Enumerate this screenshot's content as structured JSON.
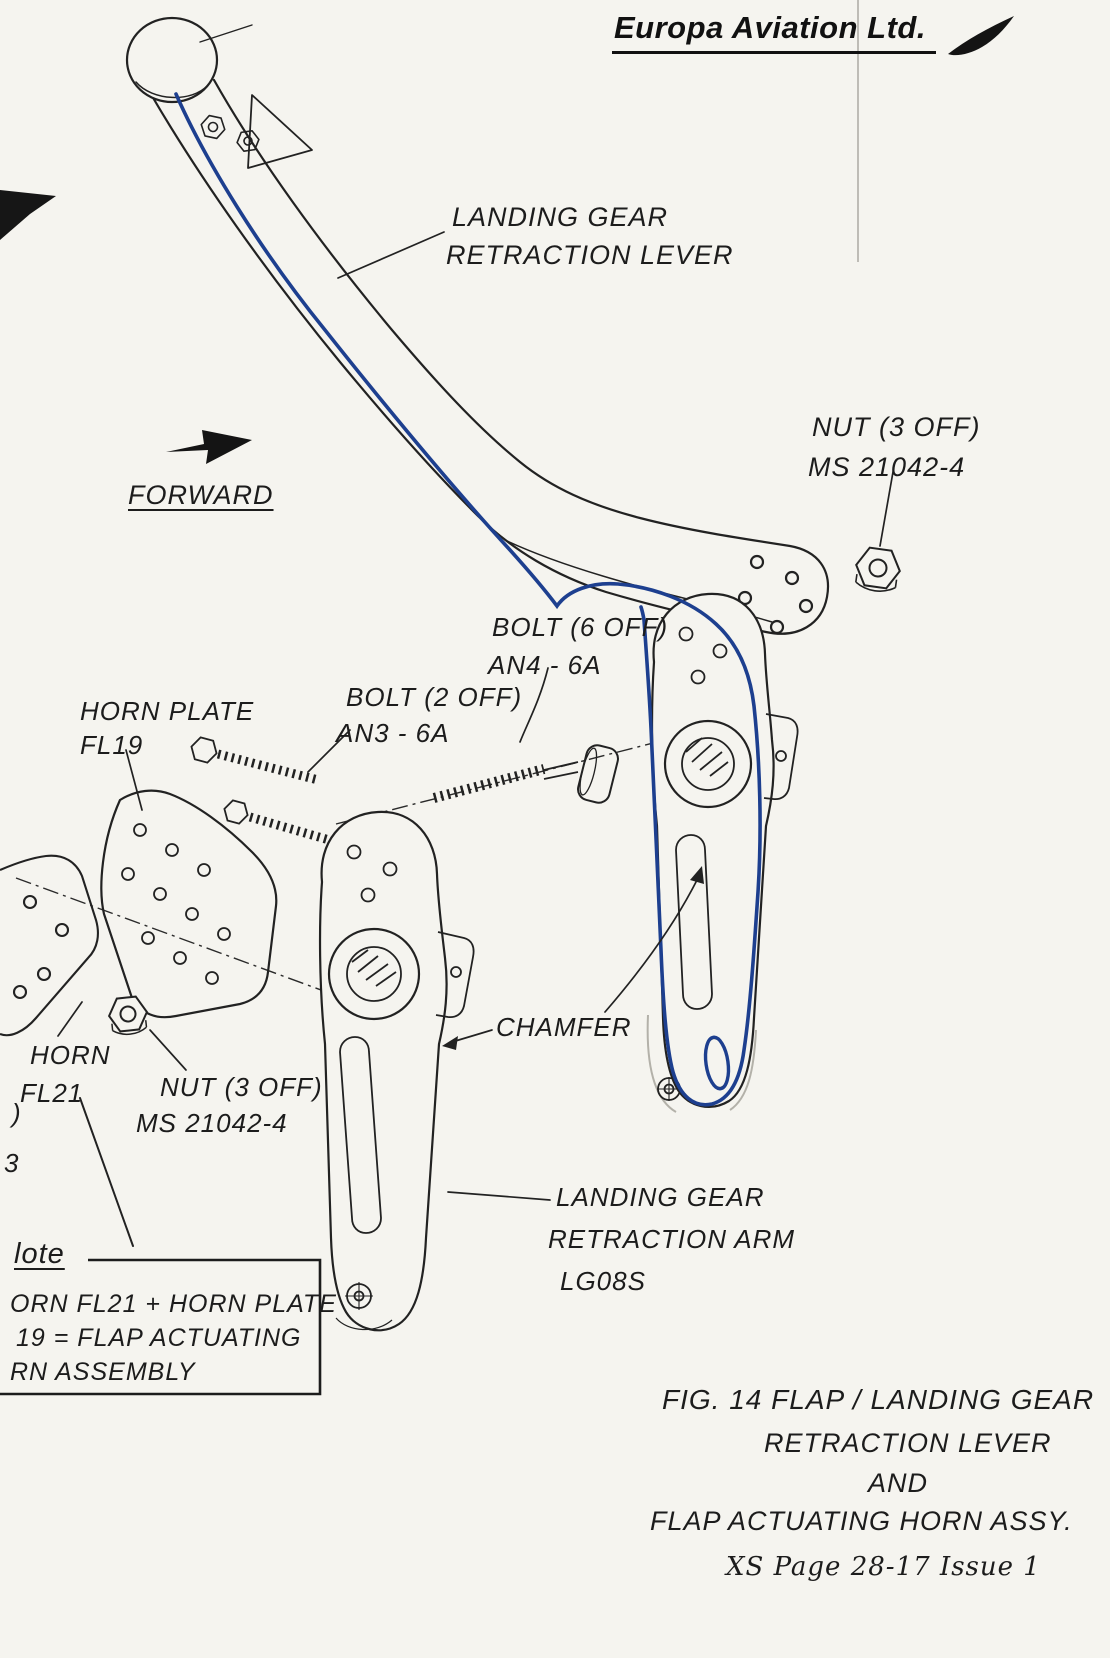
{
  "brand": {
    "name": "Europa Aviation Ltd."
  },
  "colors": {
    "ink": "#222222",
    "highlight_blue": "#1d3f8f",
    "paper": "#f5f4ef"
  },
  "icons": {
    "forward_arrow": "forward-arrow-icon",
    "brand_swoosh": "brand-swoosh-icon",
    "corner_arrow": "corner-arrow-icon"
  },
  "drawing": {
    "forward_label": "FORWARD",
    "labels": {
      "lever_1": "LANDING GEAR",
      "lever_2": "RETRACTION LEVER",
      "nut_top_1": "NUT (3 OFF)",
      "nut_top_2": "MS 21042-4",
      "bolt6_1": "BOLT (6 OFF)",
      "bolt6_2": "AN4 - 6A",
      "horn_plate_1": "HORN PLATE",
      "horn_plate_2": "FL19",
      "bolt2_1": "BOLT (2 OFF)",
      "bolt2_2": "AN3 - 6A",
      "horn_1": "HORN",
      "horn_2": "FL21",
      "edge_fragment_1": ")",
      "edge_fragment_2": "3",
      "nut_bottom_1": "NUT (3 OFF)",
      "nut_bottom_2": "MS 21042-4",
      "chamfer": "CHAMFER",
      "arm_1": "LANDING GEAR",
      "arm_2": "RETRACTION ARM",
      "arm_3": "LG08S"
    }
  },
  "note": {
    "title": "lote",
    "line1": "ORN FL21 + HORN PLATE",
    "line2": "19 = FLAP ACTUATING",
    "line3": "RN ASSEMBLY"
  },
  "figure": {
    "line1": "FIG. 14  FLAP / LANDING GEAR",
    "line2": "RETRACTION LEVER",
    "line3": "AND",
    "line4": "FLAP ACTUATING HORN ASSY.",
    "page_ref": "XS  Page 28-17    Issue 1"
  }
}
